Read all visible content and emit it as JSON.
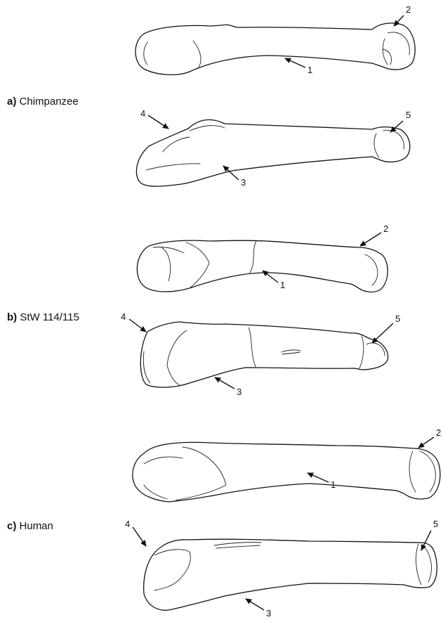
{
  "panels": [
    {
      "letter": "a)",
      "name": "Chimpanzee"
    },
    {
      "letter": "b)",
      "name": "StW 114/115"
    },
    {
      "letter": "c)",
      "name": "Human"
    }
  ],
  "markers": [
    "1",
    "2",
    "3",
    "4",
    "5"
  ]
}
